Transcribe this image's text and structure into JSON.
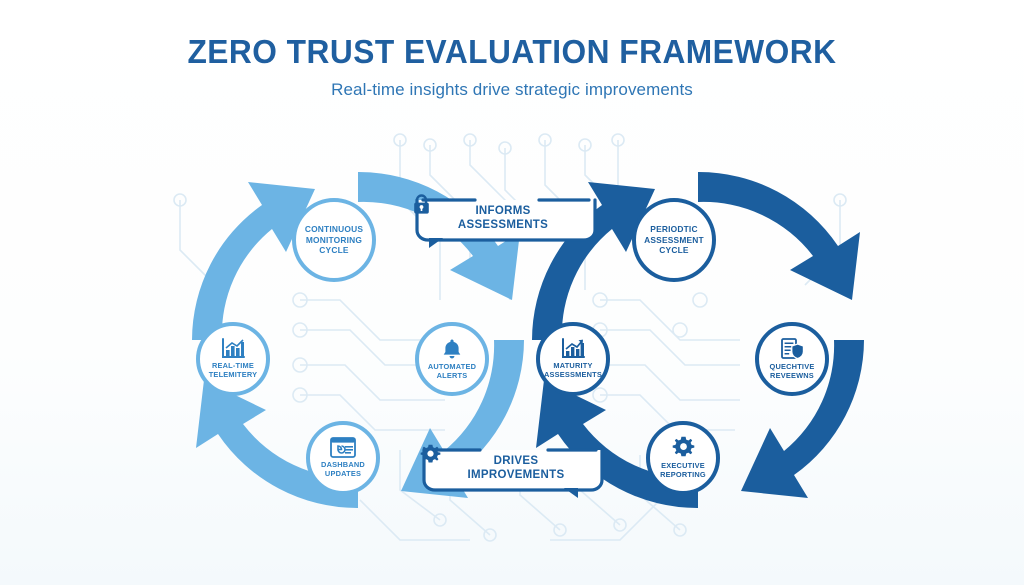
{
  "header": {
    "title": "ZERO TRUST EVALUATION FRAMEWORK",
    "subtitle": "Real-time insights drive strategic improvements"
  },
  "colors": {
    "light_blue": "#6CB4E4",
    "dark_blue": "#1B5E9E",
    "title_blue": "#1F5FA0",
    "subtitle_blue": "#2E76B5",
    "background": "#FFFFFF"
  },
  "left_cycle": {
    "hub": {
      "label": "CONTINUOUS MONITORING CYCLE",
      "line1": "CONTINUOUS",
      "line2": "MONITORING",
      "line3": "CYCLE"
    },
    "nodes": [
      {
        "label": "REAL-TIME TELEMITERY",
        "line1": "REAL-TIME",
        "line2": "TELEMITERY",
        "icon": "bar-chart-icon"
      },
      {
        "label": "AUTOMATED ALERTS",
        "line1": "AUTOMATED",
        "line2": "ALERTS",
        "icon": "bell-icon"
      },
      {
        "label": "DASHBAND UPDATES",
        "line1": "DASHBAND",
        "line2": "UPDATES",
        "icon": "dashboard-icon"
      }
    ]
  },
  "right_cycle": {
    "hub": {
      "label": "PERIODTIC ASSESSMENT CYCLE",
      "line1": "PERIODTIC",
      "line2": "ASSESSMENT",
      "line3": "CYCLE"
    },
    "nodes": [
      {
        "label": "MATURITY ASSESSMENTS",
        "line1": "MATURITY",
        "line2": "ASSESSMENTS",
        "icon": "growth-chart-icon"
      },
      {
        "label": "QUECHTIVE REVEEWNS",
        "line1": "QUECHTIVE",
        "line2": "REVEEWNS",
        "icon": "document-shield-icon"
      },
      {
        "label": "EXECUTIVE REPORTING",
        "line1": "EXECUTIVE",
        "line2": "REPORTING",
        "icon": "gear-icon"
      }
    ]
  },
  "connectors": {
    "top": {
      "line1": "INFORMS",
      "line2": "ASSESSMENTS",
      "icon": "lock-icon"
    },
    "bottom": {
      "line1": "DRIVES",
      "line2": "IMPROVEMENTS",
      "icon": "gear-icon"
    }
  }
}
